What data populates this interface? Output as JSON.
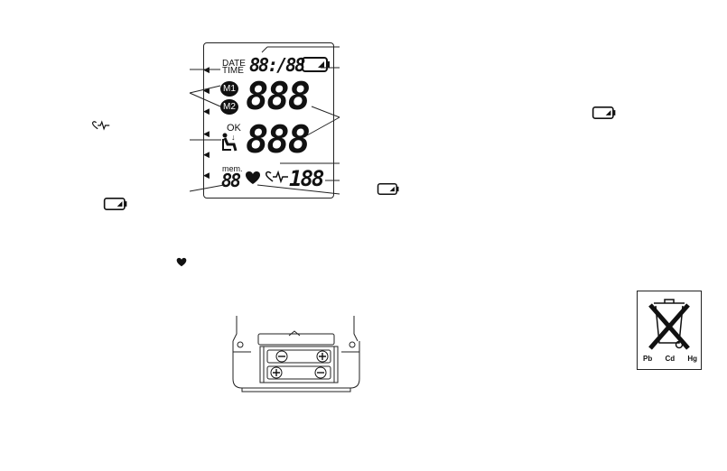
{
  "lcd": {
    "date_line1": "DATE",
    "date_line2": "TIME",
    "datetime_digits": "88:/88",
    "systolic_digits": "888",
    "diastolic_digits": "888",
    "pulse_digits": "188",
    "memory_label": "mem.",
    "memory_digits": "88",
    "m1_label": "M1",
    "m2_label": "M2",
    "ok_label": "OK"
  },
  "recycling_sign": {
    "pb": "Pb",
    "cd": "Cd",
    "hg": "Hg"
  },
  "icons": [
    "battery-icon",
    "heart-icon",
    "irregular-heartbeat-icon",
    "arrow-left-icon",
    "crossed-bin-icon",
    "battery-compartment-illustration"
  ]
}
